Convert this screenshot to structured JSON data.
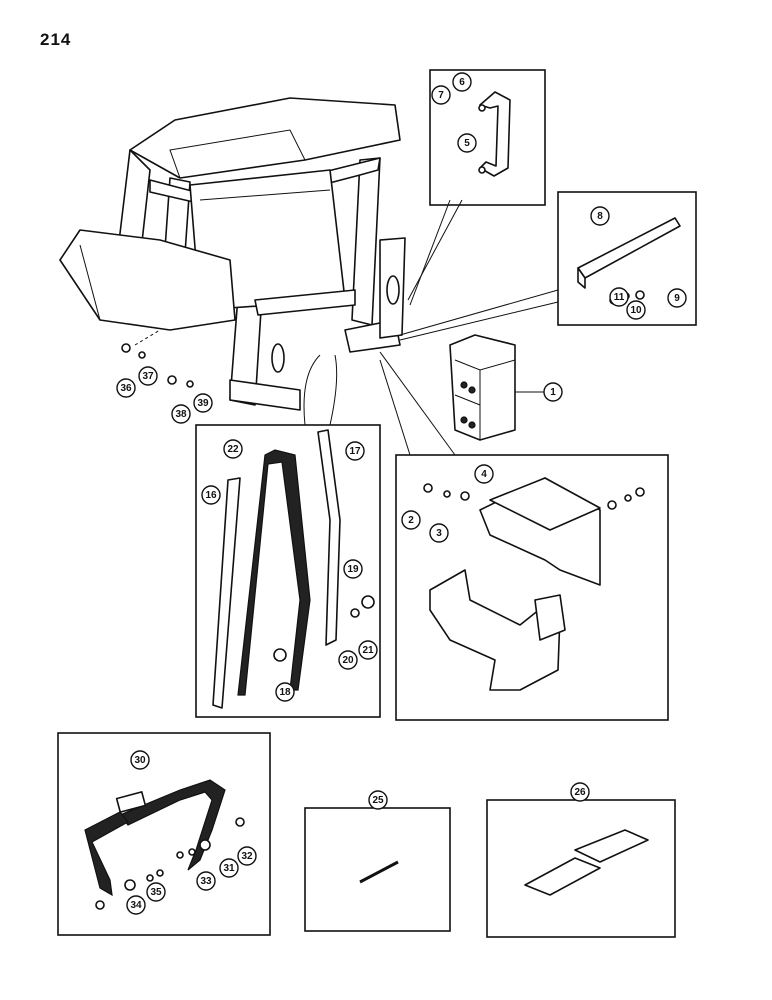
{
  "page_number": "214",
  "callouts": [
    {
      "id": "c1",
      "label": "1"
    },
    {
      "id": "c2",
      "label": "2"
    },
    {
      "id": "c3",
      "label": "3"
    },
    {
      "id": "c4",
      "label": "4"
    },
    {
      "id": "c5",
      "label": "5"
    },
    {
      "id": "c6",
      "label": "6"
    },
    {
      "id": "c7",
      "label": "7"
    },
    {
      "id": "c8",
      "label": "8"
    },
    {
      "id": "c9",
      "label": "9"
    },
    {
      "id": "c10",
      "label": "10"
    },
    {
      "id": "c11",
      "label": "11"
    },
    {
      "id": "c16",
      "label": "16"
    },
    {
      "id": "c17",
      "label": "17"
    },
    {
      "id": "c18",
      "label": "18"
    },
    {
      "id": "c19",
      "label": "19"
    },
    {
      "id": "c20",
      "label": "20"
    },
    {
      "id": "c21",
      "label": "21"
    },
    {
      "id": "c22",
      "label": "22"
    },
    {
      "id": "c25",
      "label": "25"
    },
    {
      "id": "c26",
      "label": "26"
    },
    {
      "id": "c30",
      "label": "30"
    },
    {
      "id": "c31",
      "label": "31"
    },
    {
      "id": "c32",
      "label": "32"
    },
    {
      "id": "c33",
      "label": "33"
    },
    {
      "id": "c34",
      "label": "34"
    },
    {
      "id": "c35",
      "label": "35"
    },
    {
      "id": "c36",
      "label": "36"
    },
    {
      "id": "c37",
      "label": "37"
    },
    {
      "id": "c38",
      "label": "38"
    },
    {
      "id": "c39",
      "label": "39"
    }
  ]
}
